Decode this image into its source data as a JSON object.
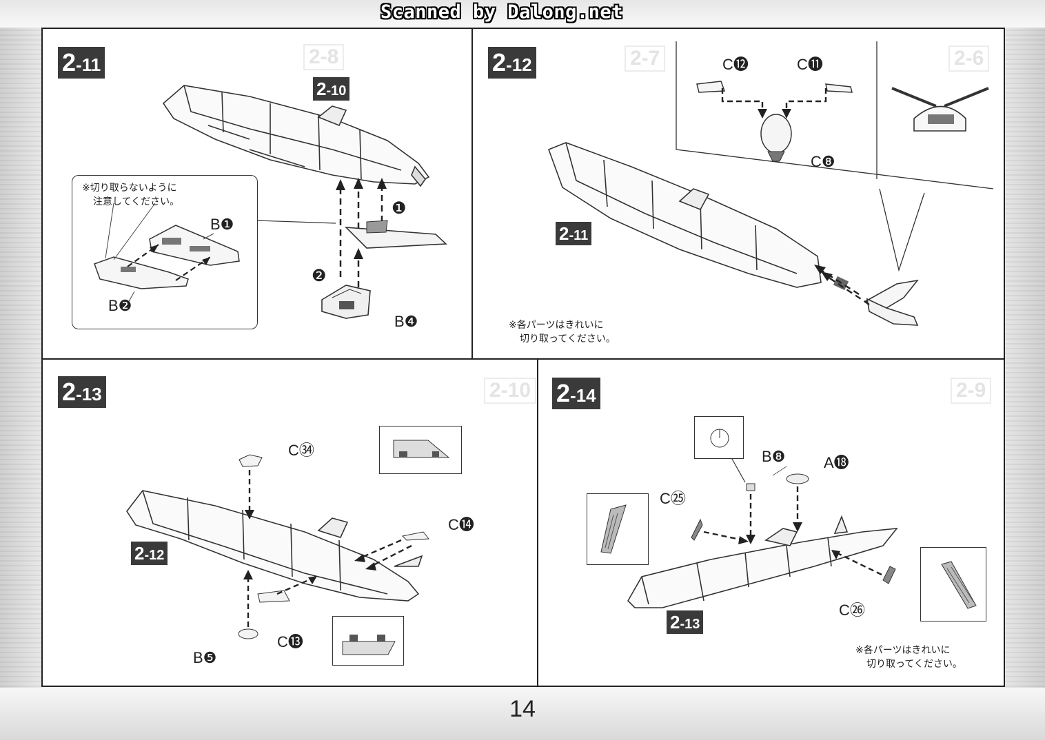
{
  "watermark": "Scanned by Dalong.net",
  "page_number": "14",
  "panel_2_11": {
    "step": "2",
    "sub": "-11",
    "ref_step": "2",
    "ref_sub": "-10",
    "note_line1": "※切り取らないように",
    "note_line2": "注意してください。",
    "labels": {
      "b1": "B❶",
      "b2": "B❷",
      "b4": "B❹",
      "n1": "❶",
      "n2": "❷"
    }
  },
  "panel_2_12": {
    "step": "2",
    "sub": "-12",
    "ref_step": "2",
    "ref_sub": "-11",
    "note_line1": "※各パーツはきれいに",
    "note_line2": "切り取ってください。",
    "labels": {
      "c12": "C⓬",
      "c11": "C⓫",
      "c8": "C❽"
    }
  },
  "panel_2_13": {
    "step": "2",
    "sub": "-13",
    "ref_step": "2",
    "ref_sub": "-12",
    "labels": {
      "c34": "C㉞",
      "c14": "C⓮",
      "c13": "C⓭",
      "b5": "B❺"
    }
  },
  "panel_2_14": {
    "step": "2",
    "sub": "-14",
    "ref_step": "2",
    "ref_sub": "-13",
    "note_line1": "※各パーツはきれいに",
    "note_line2": "切り取ってください。",
    "labels": {
      "b8": "B❽",
      "a18": "A⓲",
      "c25": "C㉕",
      "c26": "C㉖"
    }
  }
}
